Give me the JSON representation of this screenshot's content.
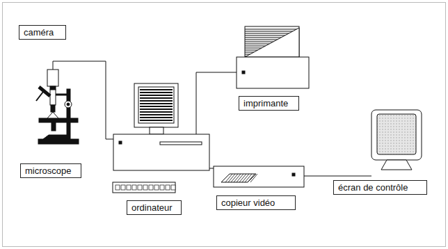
{
  "diagram": {
    "nodes": [
      {
        "text": [
          "caméra"
        ]
      },
      {
        "text": [
          "imprimante"
        ]
      },
      {
        "text": [
          "microscope"
        ]
      },
      {
        "text": [
          "ordinateur"
        ]
      },
      {
        "text": [
          "copieur vidéo"
        ]
      },
      {
        "text": [
          "écran de contrôle"
        ]
      }
    ],
    "edges": [
      {
        "from": 0,
        "to": 3,
        "arrow": "none"
      },
      {
        "from": 3,
        "to": 1,
        "arrow": "none"
      },
      {
        "from": 3,
        "to": 4,
        "arrow": "none"
      },
      {
        "from": 4,
        "to": 5,
        "arrow": "none"
      }
    ]
  }
}
